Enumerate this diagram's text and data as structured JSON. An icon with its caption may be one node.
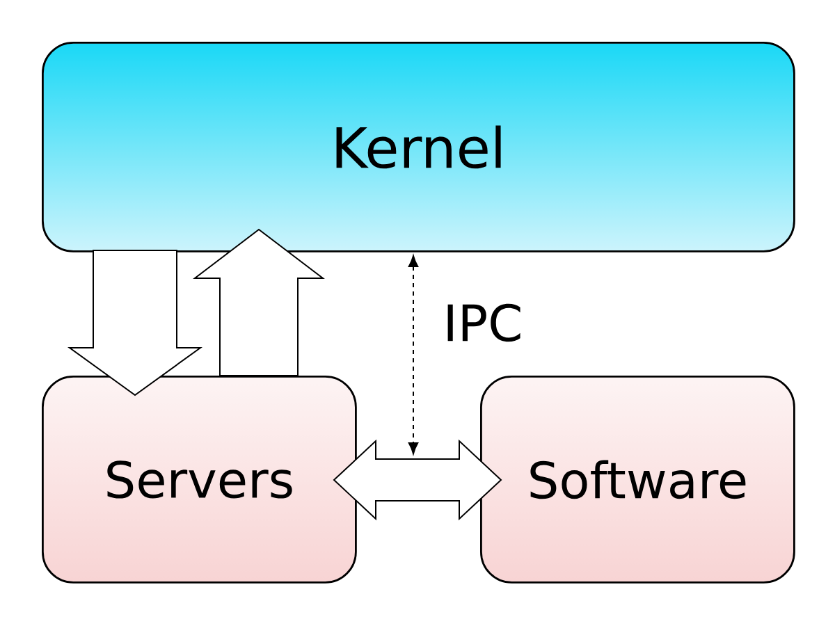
{
  "diagram": {
    "nodes": [
      {
        "text": [
          "Kernel"
        ]
      },
      {
        "text": [
          "Servers"
        ]
      },
      {
        "text": [
          "Software"
        ]
      }
    ],
    "edges": [
      {
        "from": 0,
        "to": 1,
        "arrow": "to"
      },
      {
        "from": 1,
        "to": 0,
        "arrow": "to"
      },
      {
        "from": 0,
        "to": null,
        "arrow": "both",
        "style": "dashed",
        "label": "IPC"
      },
      {
        "from": 1,
        "to": 2,
        "arrow": "both"
      }
    ]
  }
}
